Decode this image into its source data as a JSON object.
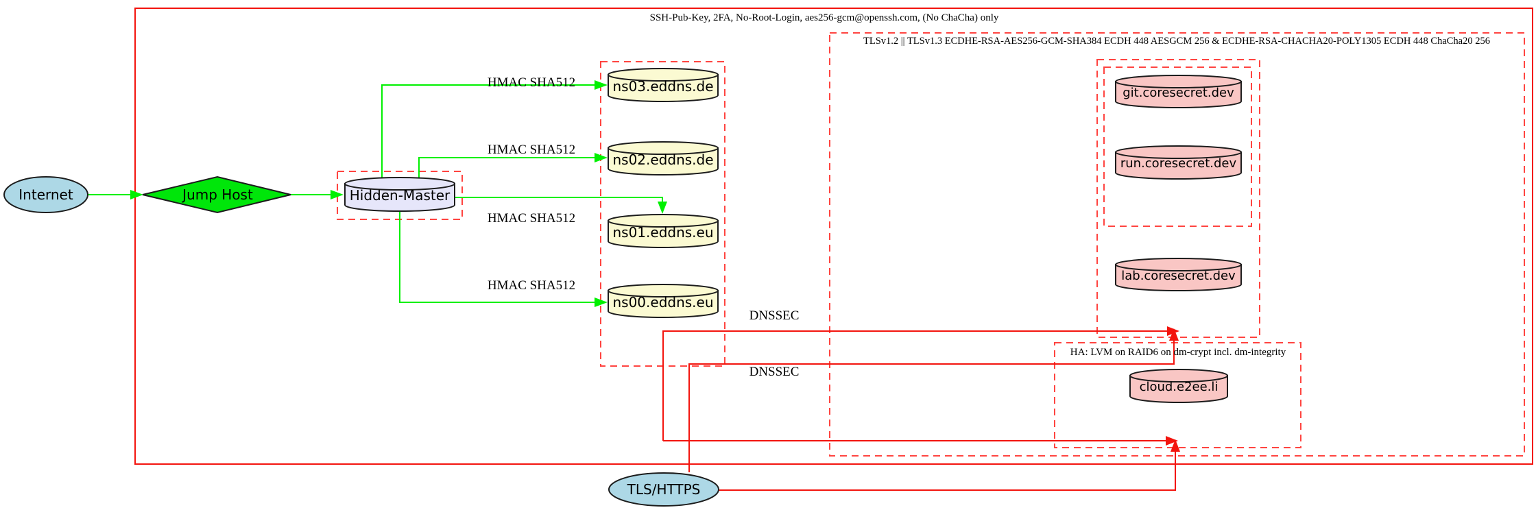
{
  "diagram": {
    "clusters": {
      "ssh": {
        "label": "SSH-Pub-Key, 2FA, No-Root-Login, aes256-gcm@openssh.com, (No ChaCha) only"
      },
      "tls": {
        "label": "TLSv1.2 || TLSv1.3 ECDHE-RSA-AES256-GCM-SHA384 ECDH 448 AESGCM 256 & ECDHE-RSA-CHACHA20-POLY1305 ECDH 448 ChaCha20 256"
      },
      "ha": {
        "label": "HA: LVM on RAID6 on dm-crypt incl. dm-integrity"
      }
    },
    "nodes": {
      "internet": {
        "label": "Internet"
      },
      "jump_host": {
        "label": "Jump Host"
      },
      "hidden_master": {
        "label": "Hidden-Master"
      },
      "ns03": {
        "label": "ns03.eddns.de"
      },
      "ns02": {
        "label": "ns02.eddns.de"
      },
      "ns01": {
        "label": "ns01.eddns.eu"
      },
      "ns00": {
        "label": "ns00.eddns.eu"
      },
      "git": {
        "label": "git.coresecret.dev"
      },
      "run": {
        "label": "run.coresecret.dev"
      },
      "lab": {
        "label": "lab.coresecret.dev"
      },
      "cloud": {
        "label": "cloud.e2ee.li"
      },
      "tls_https": {
        "label": "TLS/HTTPS"
      }
    },
    "edge_labels": {
      "hmac1": "HMAC SHA512",
      "hmac2": "HMAC SHA512",
      "hmac3": "HMAC SHA512",
      "hmac4": "HMAC SHA512",
      "dnssec1": "DNSSEC",
      "dnssec2": "DNSSEC"
    },
    "colors": {
      "green-line": "#00f000",
      "green-fill": "#00e60a",
      "red-solid": "#f3140e",
      "red-dash": "#ff4440",
      "node-blue": "#add8e6",
      "lavender": "#e6e6fa",
      "lightyellow": "#fbfad2",
      "pink": "#f9c6c4"
    }
  }
}
